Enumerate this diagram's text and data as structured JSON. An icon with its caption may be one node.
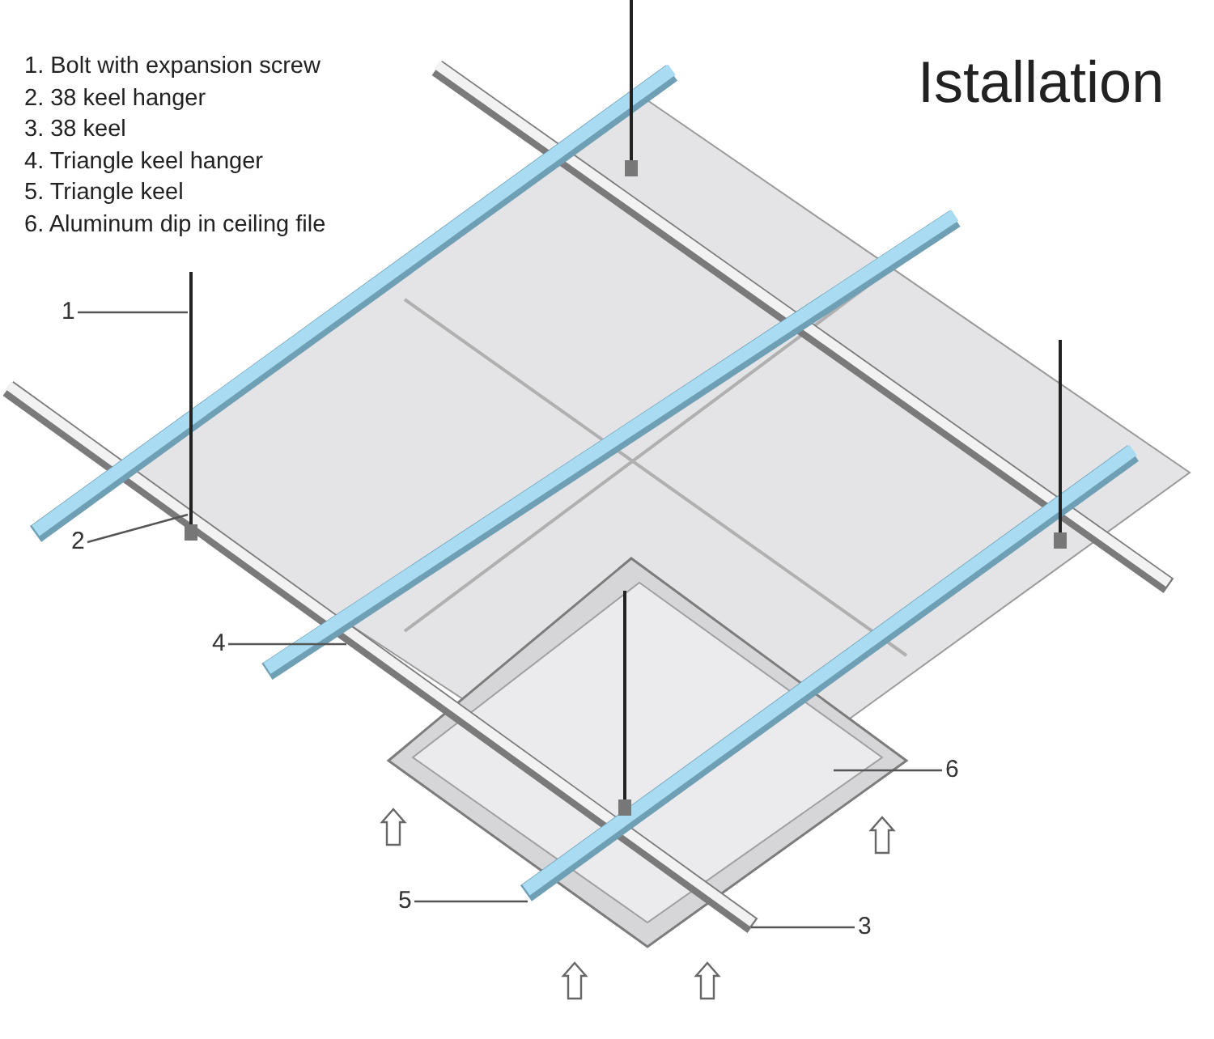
{
  "diagram": {
    "title": "Istallation",
    "nodes": [
      {
        "text": [
          "1"
        ]
      },
      {
        "text": [
          "2"
        ]
      },
      {
        "text": [
          "4"
        ]
      },
      {
        "text": [
          "6"
        ]
      },
      {
        "text": [
          "5"
        ]
      },
      {
        "text": [
          "3"
        ]
      }
    ],
    "edges": [
      {
        "from": 0,
        "to": null,
        "arrow": "none"
      },
      {
        "from": 1,
        "to": null,
        "arrow": "none"
      },
      {
        "from": 2,
        "to": null,
        "arrow": "none"
      },
      {
        "from": 3,
        "to": null,
        "arrow": "none"
      },
      {
        "from": 4,
        "to": null,
        "arrow": "none"
      },
      {
        "from": 5,
        "to": null,
        "arrow": "none"
      }
    ],
    "labels": [
      "1. Bolt with expansion screw",
      "2. 38 keel hanger",
      "3. 38 keel",
      "4. Triangle keel hanger",
      "5. Triangle keel",
      "6. Aluminum dip in ceiling file"
    ]
  }
}
